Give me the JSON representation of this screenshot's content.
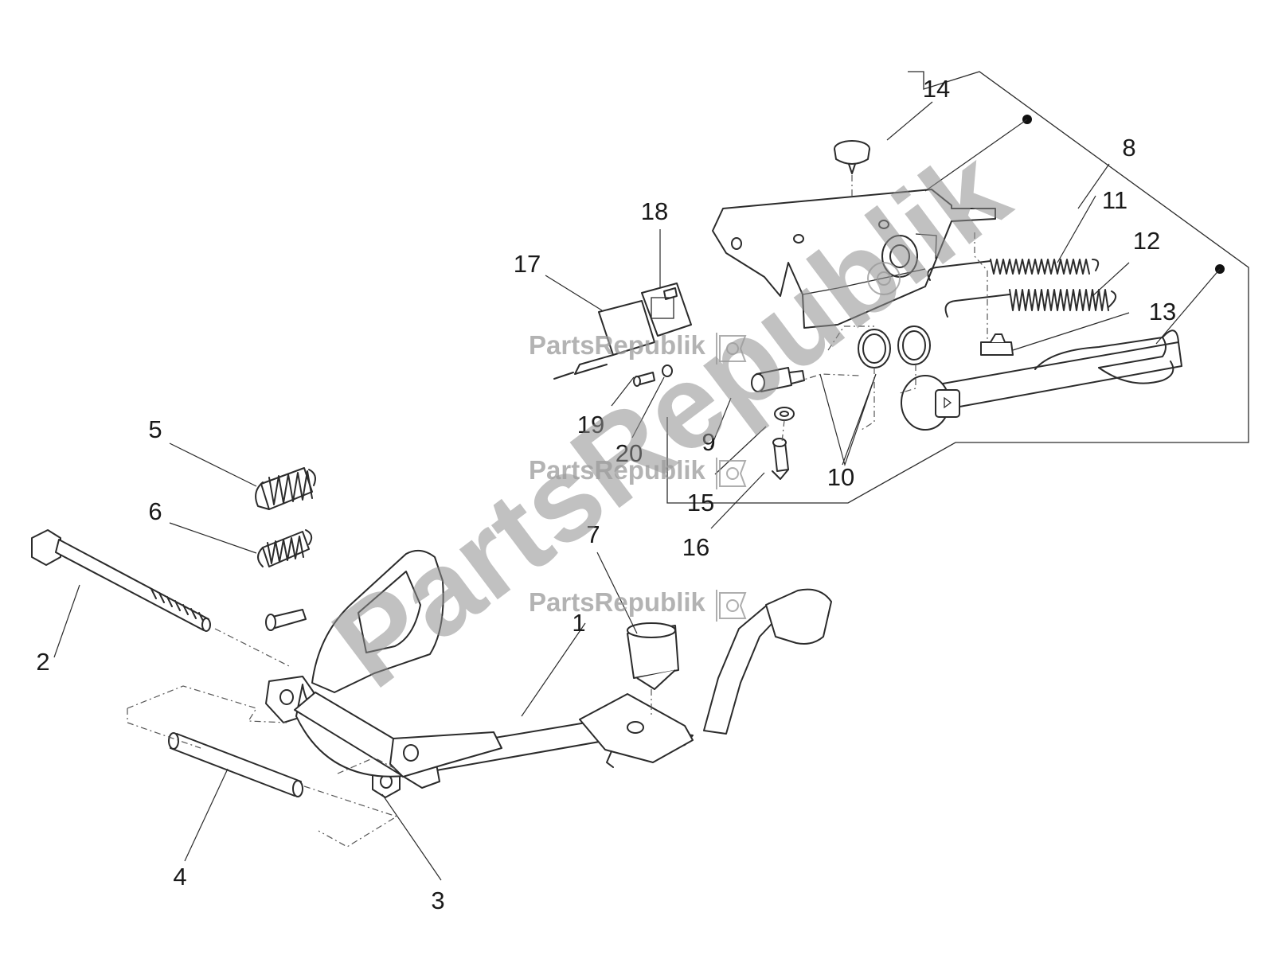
{
  "diagram": {
    "callouts": [
      "1",
      "2",
      "3",
      "4",
      "5",
      "6",
      "7",
      "8",
      "9",
      "10",
      "11",
      "12",
      "13",
      "14",
      "15",
      "16",
      "17",
      "18",
      "19",
      "20"
    ]
  },
  "watermark": {
    "small_text": "PartsRepublik",
    "big_text": "PartsRepublik",
    "logo_icon": "gear-flag-icon",
    "color": "#9a9a9a"
  }
}
